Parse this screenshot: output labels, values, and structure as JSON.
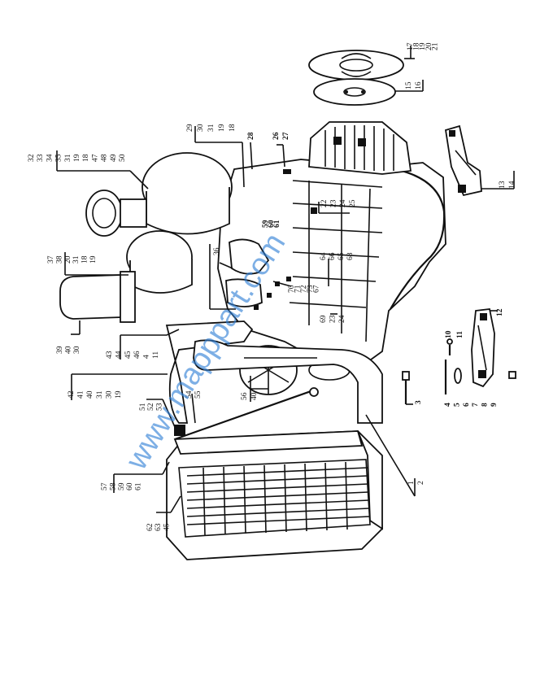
{
  "watermark": "www.mapppart.com",
  "groups": [
    {
      "id": "g-top-right",
      "labels": [
        "17",
        "18",
        "19",
        "20",
        "21"
      ]
    },
    {
      "id": "g-15-16",
      "labels": [
        "15",
        "16"
      ]
    },
    {
      "id": "g-13-14",
      "labels": [
        "13",
        "14"
      ]
    },
    {
      "id": "g-12",
      "labels": [
        "12"
      ]
    },
    {
      "id": "g-10-11",
      "labels": [
        "10",
        "11"
      ]
    },
    {
      "id": "g-3",
      "labels": [
        "3"
      ]
    },
    {
      "id": "g-4-9",
      "labels": [
        "4",
        "5",
        "6",
        "7",
        "8",
        "9"
      ]
    },
    {
      "id": "g-1-2",
      "labels": [
        "1",
        "2"
      ]
    },
    {
      "id": "g-29-18",
      "labels": [
        "29",
        "30",
        "31",
        "19",
        "18"
      ]
    },
    {
      "id": "g-28",
      "labels": [
        "28"
      ]
    },
    {
      "id": "g-26-27",
      "labels": [
        "26",
        "27"
      ]
    },
    {
      "id": "g-22-25",
      "labels": [
        "22",
        "23",
        "24",
        "25"
      ]
    },
    {
      "id": "g-59-61",
      "labels": [
        "59",
        "60",
        "61"
      ]
    },
    {
      "id": "g-32-50",
      "labels": [
        "32",
        "33",
        "34",
        "35",
        "31",
        "19",
        "18",
        "47",
        "48",
        "49",
        "50"
      ]
    },
    {
      "id": "g-37-19",
      "labels": [
        "37",
        "38",
        "20",
        "31",
        "18",
        "19"
      ]
    },
    {
      "id": "g-36",
      "labels": [
        "36"
      ]
    },
    {
      "id": "g-39-30",
      "labels": [
        "39",
        "40",
        "30"
      ]
    },
    {
      "id": "g-43-11",
      "labels": [
        "43",
        "44",
        "45",
        "46",
        "4",
        "11"
      ]
    },
    {
      "id": "g-64-68",
      "labels": [
        "64",
        "66",
        "65",
        "68"
      ]
    },
    {
      "id": "g-70-67",
      "labels": [
        "70",
        "71",
        "72",
        "73",
        "67"
      ]
    },
    {
      "id": "g-69",
      "labels": [
        "69",
        "23",
        "24"
      ]
    },
    {
      "id": "g-42-19",
      "labels": [
        "42",
        "41",
        "40",
        "31",
        "30",
        "19"
      ]
    },
    {
      "id": "g-54-55",
      "labels": [
        "54",
        "55"
      ]
    },
    {
      "id": "g-56-40",
      "labels": [
        "56",
        "40"
      ]
    },
    {
      "id": "g-51-53",
      "labels": [
        "51",
        "52",
        "53"
      ]
    },
    {
      "id": "g-57-61",
      "labels": [
        "57",
        "58",
        "59",
        "60",
        "61"
      ]
    },
    {
      "id": "g-62-45",
      "labels": [
        "62",
        "63",
        "45"
      ]
    }
  ]
}
